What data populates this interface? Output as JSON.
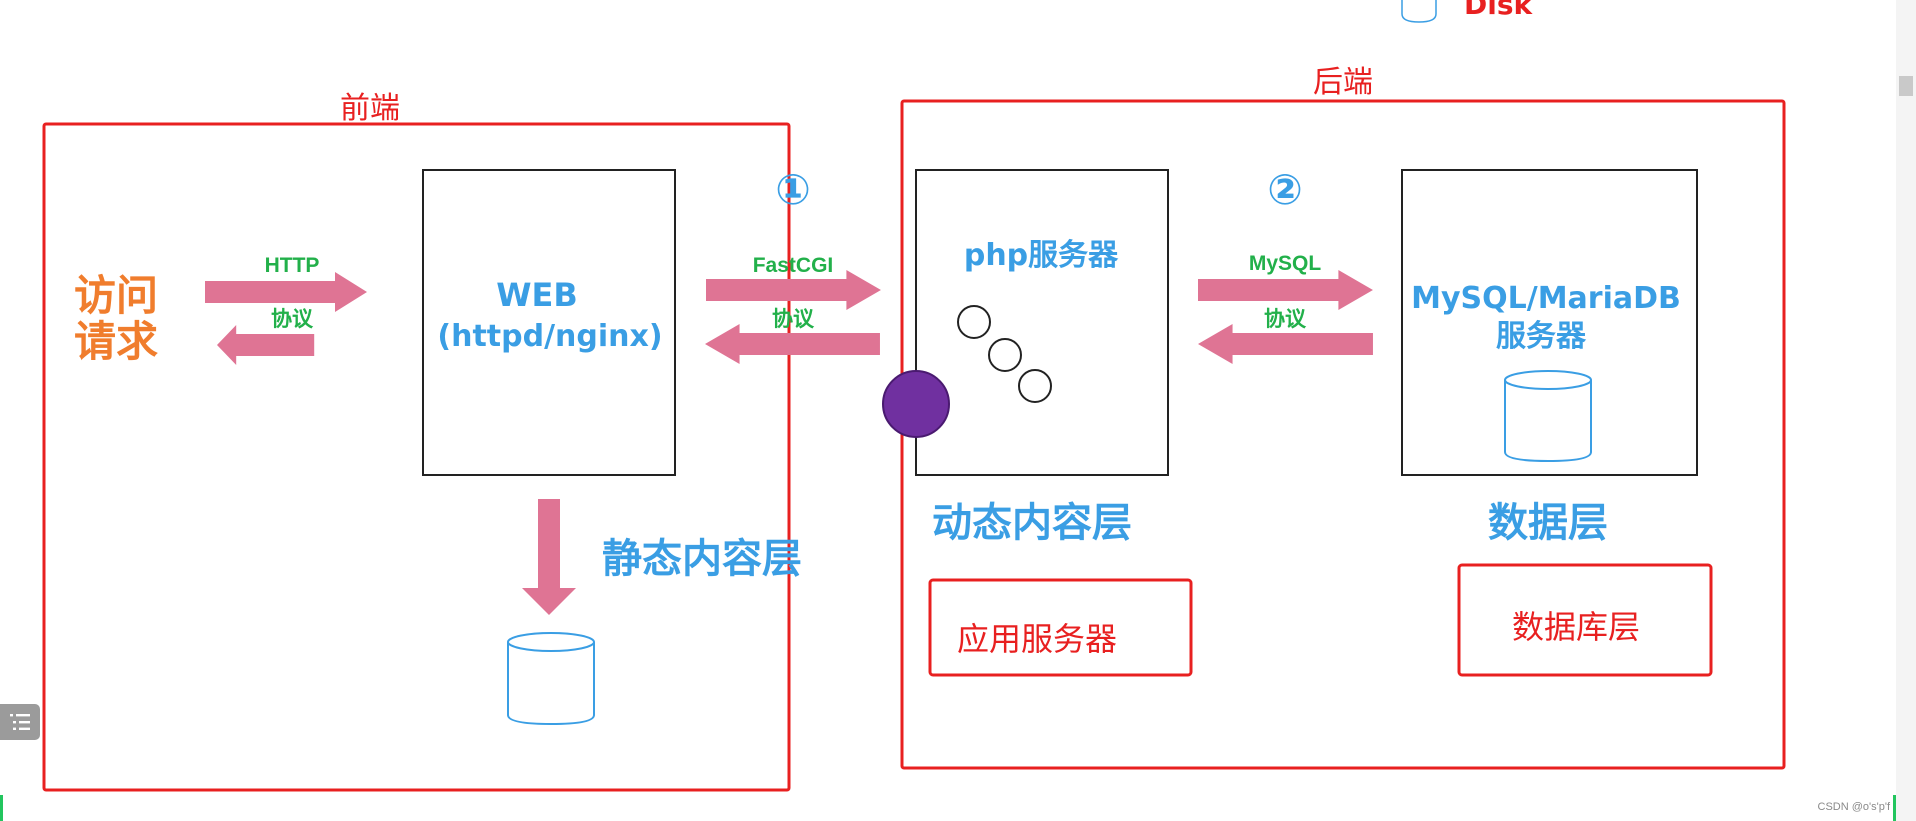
{
  "top_disk_label": "Disk",
  "frontend": {
    "title": "前端",
    "request_line1": "访问",
    "request_line2": "请求",
    "http_top": "HTTP",
    "http_bottom": "协议",
    "web_line1": "WEB",
    "web_line2": "(httpd/nginx)",
    "static_layer": "静态内容层"
  },
  "backend": {
    "title": "后端",
    "marker1": "①",
    "marker2": "②",
    "fastcgi_top": "FastCGI",
    "fastcgi_bottom": "协议",
    "php_server": "php服务器",
    "dynamic_layer": "动态内容层",
    "app_server": "应用服务器",
    "mysql_top": "MySQL",
    "mysql_bottom": "协议",
    "db_line1": "MySQL/MariaDB",
    "db_line2": "服务器",
    "data_layer": "数据层",
    "db_layer_box": "数据库层"
  },
  "colors": {
    "red": "#e82020",
    "blue": "#3a9ee4",
    "green": "#22b04a",
    "orange": "#f07d2d",
    "arrow_pink": "#df7494",
    "purple_dot": "#7030a0"
  },
  "watermark": "CSDN @o's'p'f"
}
